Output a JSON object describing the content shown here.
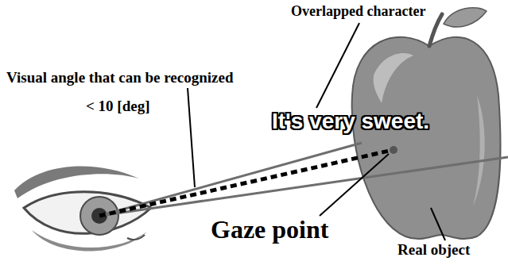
{
  "diagram": {
    "labels": [
      "Overlapped character",
      "Visual angle that can be recognized",
      "< 10 [deg]",
      "It's very sweet.",
      "Gaze point",
      "Real object"
    ]
  }
}
